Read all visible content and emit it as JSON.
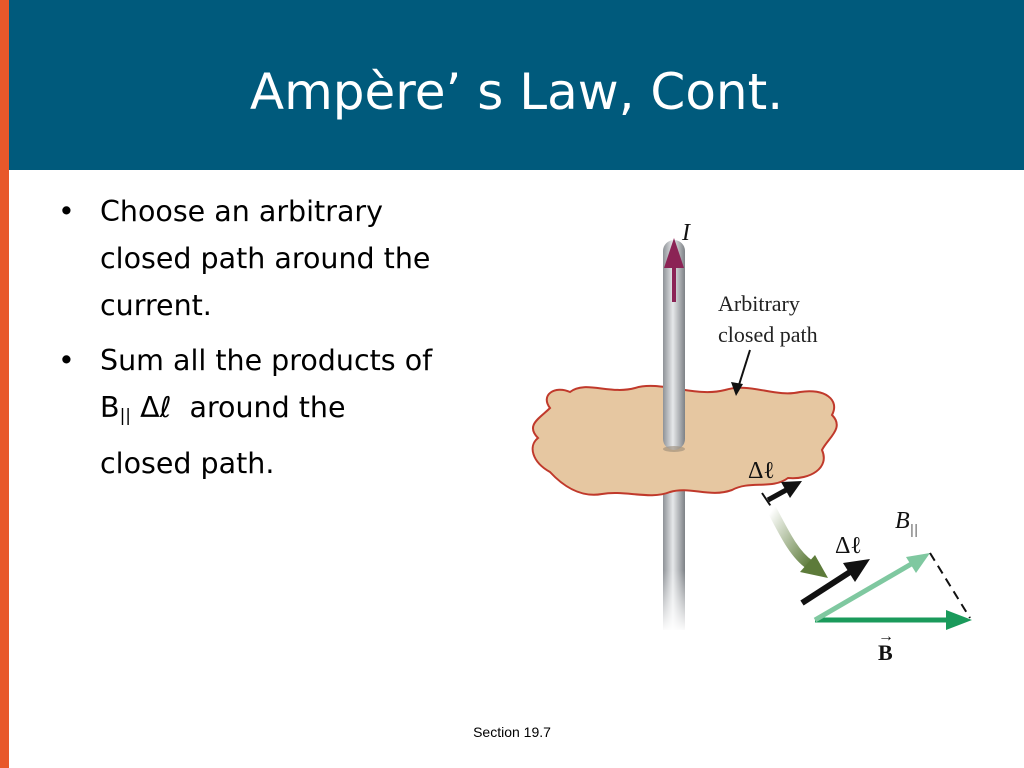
{
  "slide": {
    "title": "Ampère’ s Law, Cont.",
    "bullets": [
      {
        "line1": "Choose an arbitrary",
        "line2": "closed path around the",
        "line3": "current."
      },
      {
        "line1": "Sum all the products of",
        "b": "B",
        "b_sub": "||",
        "line2_rest": " Δℓ  around the",
        "line3": "closed path."
      }
    ],
    "bullet_glyph": "•",
    "footer": "Section 19.7"
  },
  "figure": {
    "current_label": "I",
    "path_label_line1": "Arbitrary",
    "path_label_line2": "closed path",
    "dl_label": "Δℓ",
    "dl_label2": "Δℓ",
    "b_par_label": "B",
    "b_par_sub": "||",
    "b_label": "B",
    "b_arrow_glyph": "→"
  },
  "colors": {
    "header_bg": "#005a7c",
    "left_bar": "#e8582a",
    "path_fill": "#e6c7a1",
    "path_stroke": "#c0392b",
    "current_arrow": "#8b2355",
    "b_vector": "#1a9a5b",
    "b_par_vector": "#7fc8a0",
    "transfer_arrow": "#5d7b3a"
  }
}
